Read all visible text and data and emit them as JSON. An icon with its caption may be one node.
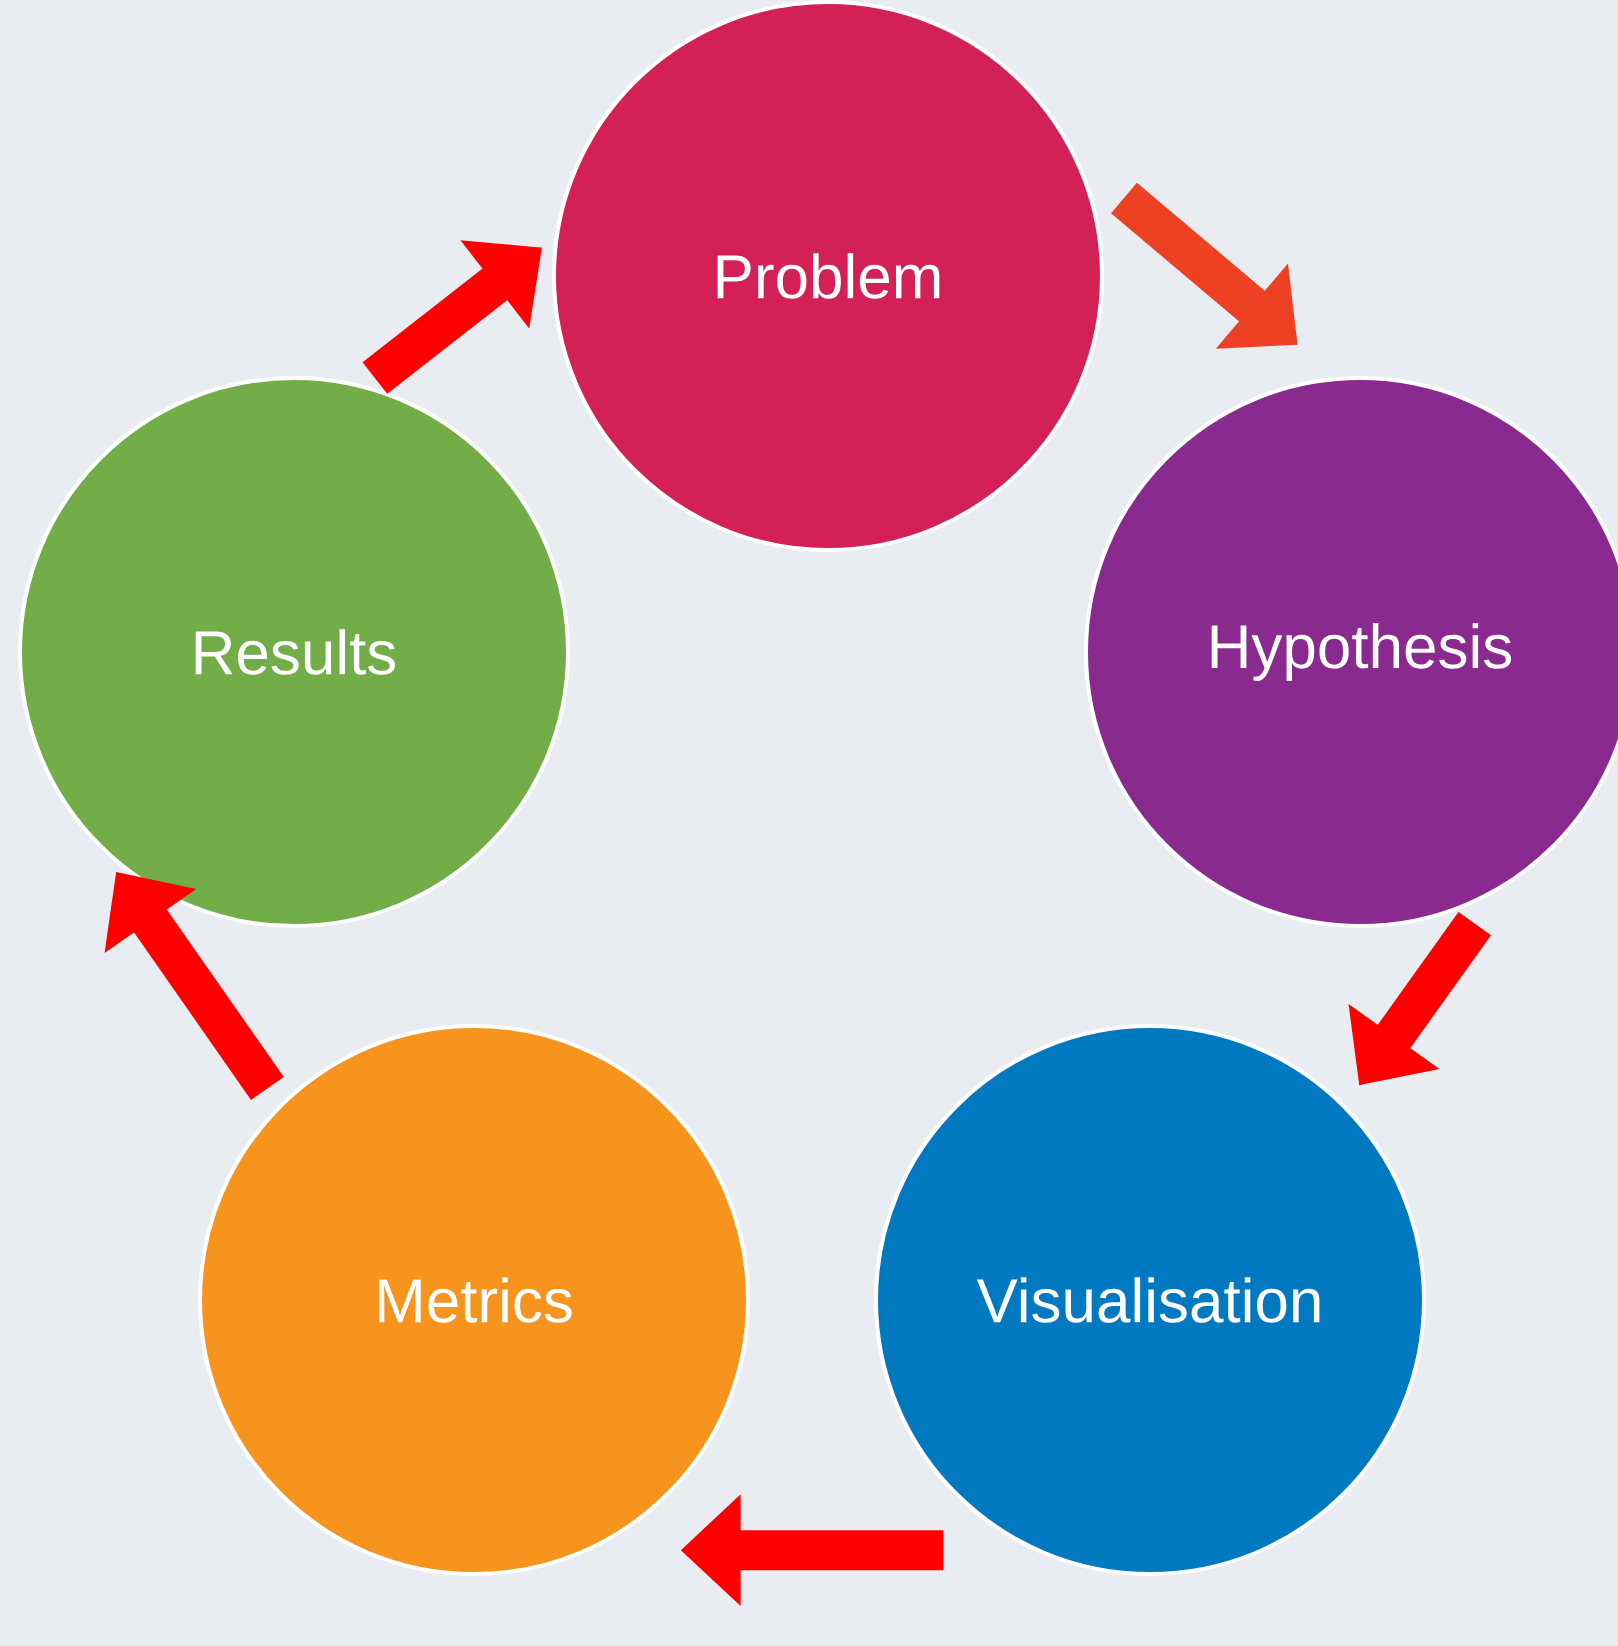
{
  "diagram": {
    "nodes": [
      {
        "text": [
          "Problem"
        ]
      },
      {
        "text": [
          "Hypothesis"
        ]
      },
      {
        "text": [
          "Visualisation"
        ]
      },
      {
        "text": [
          "Metrics"
        ]
      },
      {
        "text": [
          "Results"
        ]
      }
    ],
    "edges": [
      {
        "from": 0,
        "to": 1,
        "arrow": "to",
        "color": "#ee4023"
      },
      {
        "from": 1,
        "to": 2,
        "arrow": "to"
      },
      {
        "from": 2,
        "to": 3,
        "arrow": "to"
      },
      {
        "from": 3,
        "to": 4,
        "arrow": "to"
      },
      {
        "from": 4,
        "to": 0,
        "arrow": "to"
      }
    ]
  }
}
